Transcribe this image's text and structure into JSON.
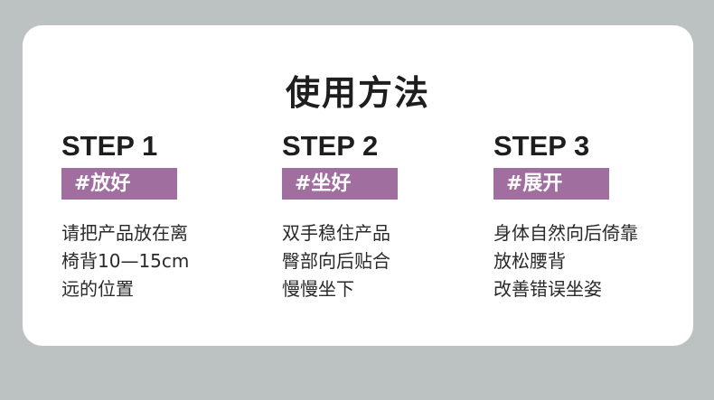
{
  "title": "使用方法",
  "steps": [
    {
      "label": "STEP 1",
      "tag": "#放好",
      "lines": [
        "请把产品放在离",
        "椅背10—15cm",
        "远的位置"
      ]
    },
    {
      "label": "STEP 2",
      "tag": "#坐好",
      "lines": [
        "双手稳住产品",
        "臀部向后贴合",
        "慢慢坐下"
      ]
    },
    {
      "label": "STEP 3",
      "tag": "#展开",
      "lines": [
        "身体自然向后倚靠",
        "放松腰背",
        "改善错误坐姿"
      ]
    }
  ],
  "colors": {
    "background": "#bcc2c2",
    "card": "#ffffff",
    "tag": "#a16ea0"
  }
}
